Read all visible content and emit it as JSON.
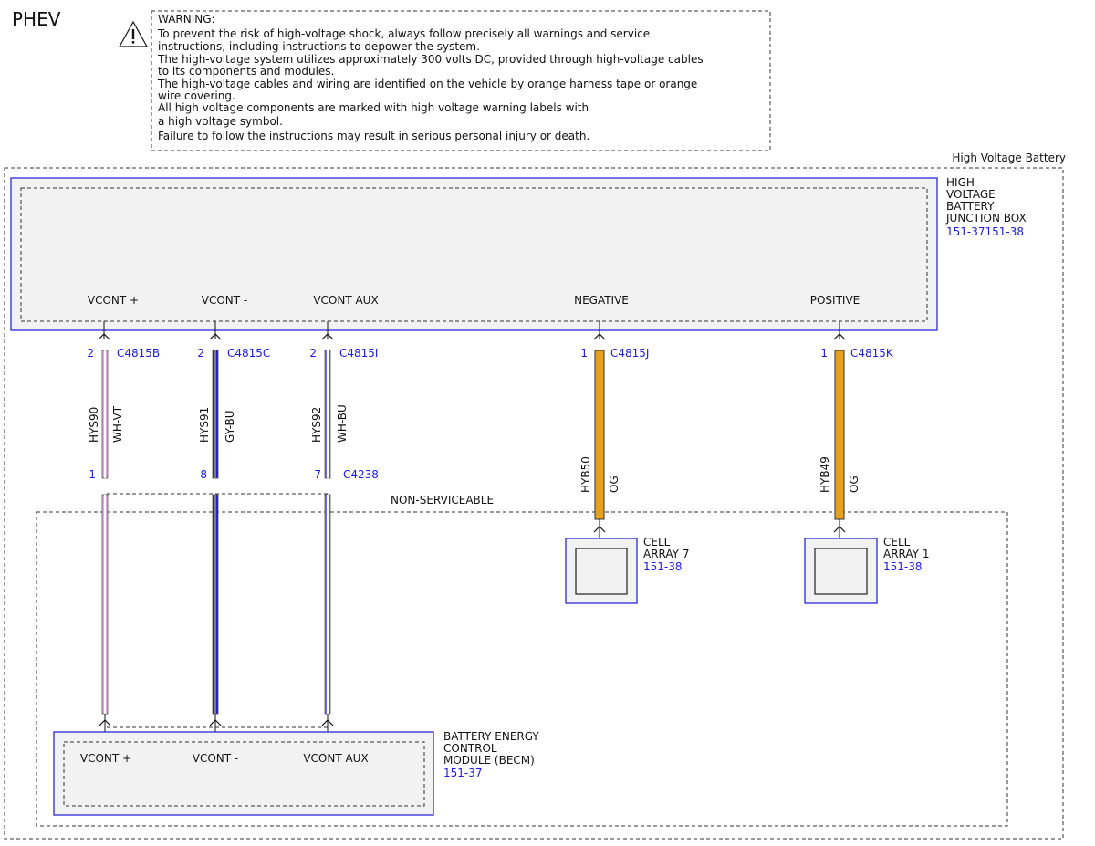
{
  "title": "PHEV",
  "warning": {
    "heading": "WARNING:",
    "lines": [
      "To prevent the risk of high-voltage shock, always follow precisely all warnings and service",
      "instructions, including instructions to depower the system.",
      "The high-voltage system utilizes approximately 300 volts DC, provided through high-voltage cables",
      "to its components and modules.",
      "The high-voltage cables and wiring are identified on the vehicle by orange harness tape or orange",
      "wire covering.",
      "All high voltage components are marked with high voltage warning labels with",
      "a high voltage symbol.",
      "Failure to follow the instructions may result in serious personal injury or death."
    ]
  },
  "outer_label": "High Voltage Battery",
  "non_serviceable_label": "NON-SERVICEABLE",
  "junction_box": {
    "name_lines": [
      "HIGH",
      "VOLTAGE",
      "BATTERY",
      "JUNCTION BOX"
    ],
    "ref": "151-37151-38",
    "pins": [
      "VCONT +",
      "VCONT -",
      "VCONT AUX",
      "NEGATIVE",
      "POSITIVE"
    ]
  },
  "becm": {
    "name_lines": [
      "BATTERY ENERGY",
      "CONTROL",
      "MODULE (BECM)"
    ],
    "ref": "151-37",
    "pins": [
      "VCONT +",
      "VCONT -",
      "VCONT AUX"
    ]
  },
  "cell_array_7": {
    "name_lines": [
      "CELL",
      "ARRAY 7"
    ],
    "ref": "151-38"
  },
  "cell_array_1": {
    "name_lines": [
      "CELL",
      "ARRAY 1"
    ],
    "ref": "151-38"
  },
  "wires": [
    {
      "circuit": "HYS90",
      "color_code": "WH-VT",
      "top_pin": "2",
      "top_connector": "C4815B",
      "bottom_pin": "1",
      "bottom_connector": "",
      "colors": [
        "#ffffff",
        "#e8a8e8"
      ]
    },
    {
      "circuit": "HYS91",
      "color_code": "GY-BU",
      "top_pin": "2",
      "top_connector": "C4815C",
      "bottom_pin": "8",
      "bottom_connector": "",
      "colors": [
        "#7a7a7a",
        "#2020d0"
      ]
    },
    {
      "circuit": "HYS92",
      "color_code": "WH-BU",
      "top_pin": "2",
      "top_connector": "C4815I",
      "bottom_pin": "7",
      "bottom_connector": "C4238",
      "colors": [
        "#ffffff",
        "#6a6af0"
      ]
    },
    {
      "circuit": "HYB50",
      "color_code": "OG",
      "top_pin": "1",
      "top_connector": "C4815J",
      "colors": [
        "#e8a020",
        "#e8a020"
      ]
    },
    {
      "circuit": "HYB49",
      "color_code": "OG",
      "top_pin": "1",
      "top_connector": "C4815K",
      "colors": [
        "#e8a020",
        "#e8a020"
      ]
    }
  ]
}
